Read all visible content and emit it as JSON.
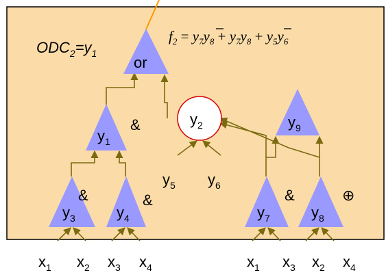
{
  "panel": {
    "background": "#fbdca8",
    "border": "#000000"
  },
  "colors": {
    "gate": "#9999ff",
    "wire": "#7a6a10",
    "circle_border": "#d40000",
    "output_wire": "#ff9900"
  },
  "odc": {
    "lhs": "ODC",
    "sub": "2",
    "eq": "=",
    "rhs": "y",
    "rhs_sub": "1"
  },
  "formula": {
    "lhs": "f",
    "lhs_sub": "2",
    "eq": " = ",
    "t1a": "y",
    "t1a_sub": "7",
    "t1b": "y",
    "t1b_sub": "8",
    "plus1": " + ",
    "t2a": "y",
    "t2a_sub": "7",
    "t2b": "y",
    "t2b_sub": "8",
    "plus2": " + ",
    "t3a": "y",
    "t3a_sub": "5",
    "t3b": "y",
    "t3b_sub": "6"
  },
  "gates": {
    "or": {
      "label": "or"
    },
    "y1": {
      "label": "y",
      "sub": "1",
      "op": "&"
    },
    "y2": {
      "label": "y",
      "sub": "2"
    },
    "y9": {
      "label": "y",
      "sub": "9"
    },
    "y3": {
      "label": "y",
      "sub": "3",
      "op": "&"
    },
    "y4": {
      "label": "y",
      "sub": "4",
      "op": "&"
    },
    "y7": {
      "label": "y",
      "sub": "7",
      "op": "&"
    },
    "y8": {
      "label": "y",
      "sub": "8",
      "op": "⊕"
    }
  },
  "free_signals": [
    {
      "label": "y",
      "sub": "5"
    },
    {
      "label": "y",
      "sub": "6"
    }
  ],
  "inputs": [
    {
      "label": "x",
      "sub": "1"
    },
    {
      "label": "x",
      "sub": "2"
    },
    {
      "label": "x",
      "sub": "3"
    },
    {
      "label": "x",
      "sub": "4"
    },
    {
      "label": "x",
      "sub": "1"
    },
    {
      "label": "x",
      "sub": "3"
    },
    {
      "label": "x",
      "sub": "2"
    },
    {
      "label": "x",
      "sub": "4"
    }
  ]
}
